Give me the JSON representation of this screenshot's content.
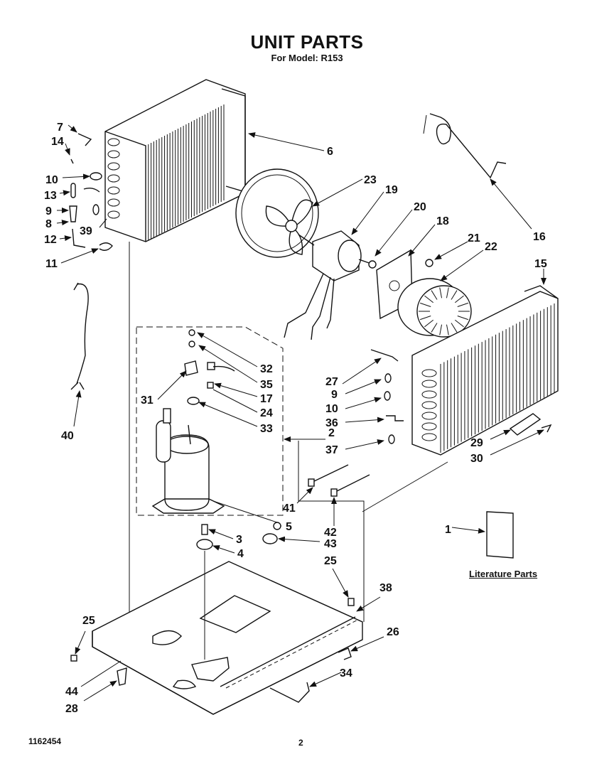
{
  "title": "UNIT PARTS",
  "subtitle": "For Model: R153",
  "document_number": "1162454",
  "page_number": "2",
  "literature_label": "Literature Parts",
  "callouts": [
    {
      "id": "c7",
      "label": "7"
    },
    {
      "id": "c14",
      "label": "14"
    },
    {
      "id": "c10a",
      "label": "10"
    },
    {
      "id": "c13",
      "label": "13"
    },
    {
      "id": "c9a",
      "label": "9"
    },
    {
      "id": "c8",
      "label": "8"
    },
    {
      "id": "c39",
      "label": "39"
    },
    {
      "id": "c12",
      "label": "12"
    },
    {
      "id": "c11",
      "label": "11"
    },
    {
      "id": "c6",
      "label": "6"
    },
    {
      "id": "c23",
      "label": "23"
    },
    {
      "id": "c19",
      "label": "19"
    },
    {
      "id": "c20",
      "label": "20"
    },
    {
      "id": "c18",
      "label": "18"
    },
    {
      "id": "c21",
      "label": "21"
    },
    {
      "id": "c22",
      "label": "22"
    },
    {
      "id": "c16",
      "label": "16"
    },
    {
      "id": "c15",
      "label": "15"
    },
    {
      "id": "c40",
      "label": "40"
    },
    {
      "id": "c32",
      "label": "32"
    },
    {
      "id": "c35",
      "label": "35"
    },
    {
      "id": "c17",
      "label": "17"
    },
    {
      "id": "c31",
      "label": "31"
    },
    {
      "id": "c24",
      "label": "24"
    },
    {
      "id": "c33",
      "label": "33"
    },
    {
      "id": "c2",
      "label": "2"
    },
    {
      "id": "c27",
      "label": "27"
    },
    {
      "id": "c9b",
      "label": "9"
    },
    {
      "id": "c10b",
      "label": "10"
    },
    {
      "id": "c36",
      "label": "36"
    },
    {
      "id": "c37",
      "label": "37"
    },
    {
      "id": "c29",
      "label": "29"
    },
    {
      "id": "c30",
      "label": "30"
    },
    {
      "id": "c41",
      "label": "41"
    },
    {
      "id": "c42",
      "label": "42"
    },
    {
      "id": "c5",
      "label": "5"
    },
    {
      "id": "c3",
      "label": "3"
    },
    {
      "id": "c43",
      "label": "43"
    },
    {
      "id": "c4",
      "label": "4"
    },
    {
      "id": "c1",
      "label": "1"
    },
    {
      "id": "c25a",
      "label": "25"
    },
    {
      "id": "c38",
      "label": "38"
    },
    {
      "id": "c25b",
      "label": "25"
    },
    {
      "id": "c26",
      "label": "26"
    },
    {
      "id": "c34",
      "label": "34"
    },
    {
      "id": "c44",
      "label": "44"
    },
    {
      "id": "c28",
      "label": "28"
    }
  ]
}
